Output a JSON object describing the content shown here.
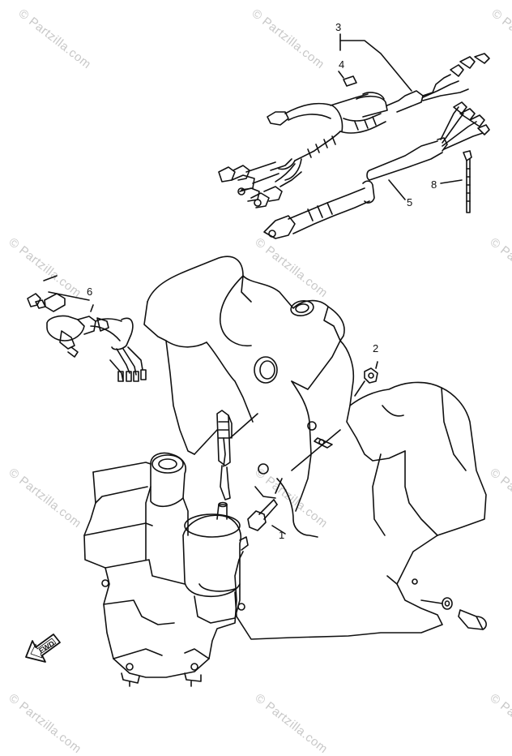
{
  "watermark": "© Partzilla.com",
  "callouts": {
    "c1": "1",
    "c2": "2",
    "c3": "3",
    "c4": "4",
    "c5": "5",
    "c6": "6",
    "c8": "8"
  },
  "fwd_label": "FWD"
}
